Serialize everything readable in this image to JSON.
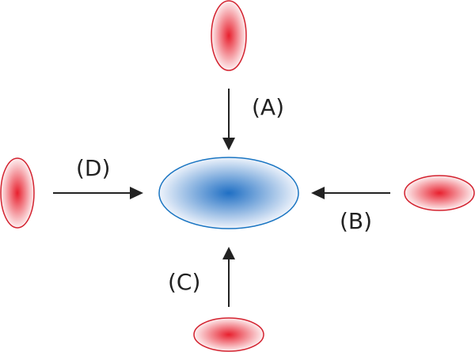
{
  "colors": {
    "blob_red_fill_center": "#e8202e",
    "blob_red_fill_edge": "#fdf0f1",
    "blob_red_stroke": "#d3222f",
    "blob_blue_fill_center": "#1f6fc4",
    "blob_blue_fill_edge": "#eef3fb",
    "blob_blue_stroke": "#1a75c2",
    "arrow": "#222222",
    "label_text": "#222222"
  },
  "center_blob": {
    "shape": "horizontal-ellipse",
    "color": "blue"
  },
  "sources": [
    {
      "key": "A",
      "label": "(A)",
      "shape": "vertical-ellipse",
      "position": "top"
    },
    {
      "key": "B",
      "label": "(B)",
      "shape": "horizontal-ellipse",
      "position": "right"
    },
    {
      "key": "C",
      "label": "(C)",
      "shape": "horizontal-ellipse",
      "position": "bottom"
    },
    {
      "key": "D",
      "label": "(D)",
      "shape": "vertical-ellipse",
      "position": "left"
    }
  ]
}
